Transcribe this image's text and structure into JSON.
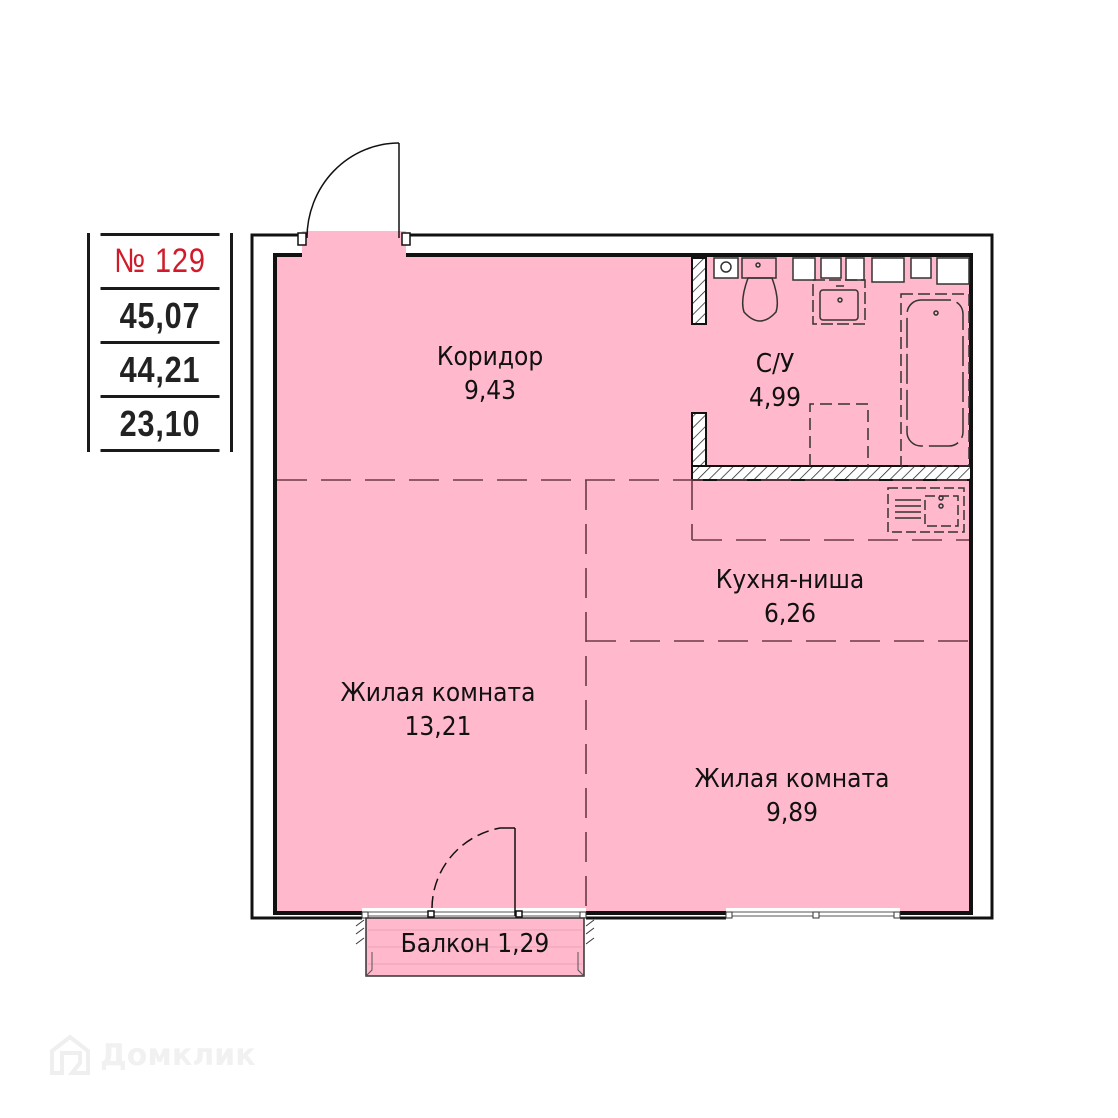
{
  "info": {
    "apartment_number": "№ 129",
    "total_area": "45,07",
    "living_plus_area": "44,21",
    "living_area": "23,10"
  },
  "rooms": [
    {
      "name": "Коридор",
      "area": "9,43"
    },
    {
      "name": "С/У",
      "area": "4,99"
    },
    {
      "name": "Кухня-ниша",
      "area": "6,26"
    },
    {
      "name": "Жилая комната",
      "area": "13,21"
    },
    {
      "name": "Жилая комната",
      "area": "9,89"
    },
    {
      "name": "Балкон",
      "area": "1,29"
    }
  ],
  "colors": {
    "room_fill": "#ffb8cc",
    "wall": "#111111",
    "apartment_number": "#d11a2a"
  },
  "watermark": {
    "text": "Домклик",
    "icon": "house-logo-icon"
  }
}
